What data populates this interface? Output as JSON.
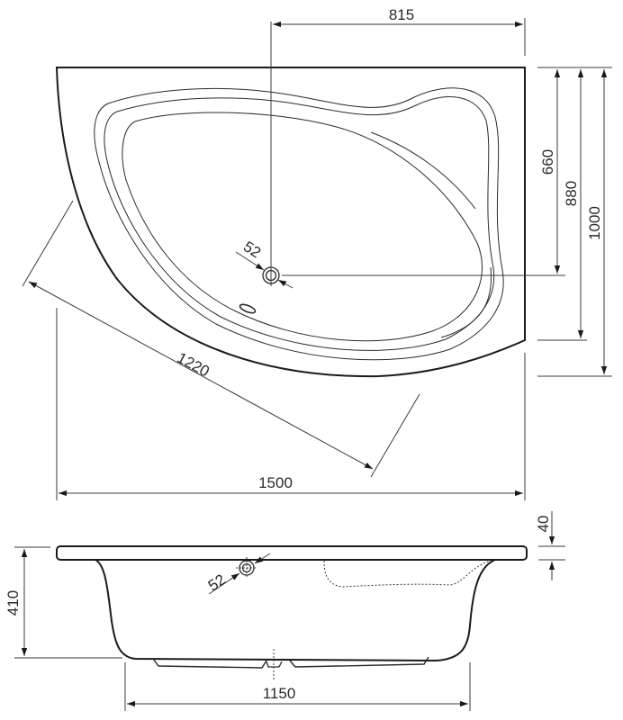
{
  "drawing": {
    "type": "corner bathtub technical drawing",
    "units": "mm",
    "plan_view": {
      "dimensions": {
        "drain_offset_from_right": "815",
        "drain_offset_from_top": "660",
        "depth_at_short_side": "880",
        "overall_depth": "1000",
        "overall_width": "1500",
        "front_arc_chord": "1220",
        "drain_diameter": "52"
      }
    },
    "side_view": {
      "dimensions": {
        "overall_height": "410",
        "rim_thickness": "40",
        "base_width": "1150",
        "overflow_diameter": "52"
      }
    }
  },
  "colors": {
    "line": "#1a1a1a",
    "background": "#ffffff"
  }
}
